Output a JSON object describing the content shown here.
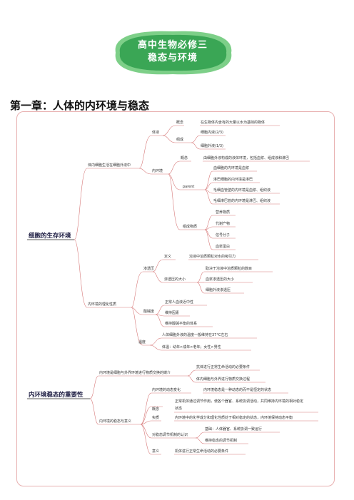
{
  "badge": {
    "line1": "高中生物必修三",
    "line2": "稳态与环境"
  },
  "heading": "第一章：人体的内环境与稳态",
  "section1": {
    "title": "细胞的生存环境",
    "b1": {
      "label": "体内细胞生活在细胞外液中",
      "body_fluid": {
        "label": "体液",
        "concept": "概念",
        "concept_text": "在生物体内含有的大量以水为基础的物体",
        "composition": "组成",
        "comp_items": [
          "细胞内液(2/3)",
          "细胞外液(1/3)"
        ]
      },
      "internal_env": {
        "label": "内环境",
        "concept": "概念",
        "concept_text": "由细胞外液构成的液体环境，包括血浆、组成液和淋巴",
        "parent": "parent",
        "parent_items": [
          "血细胞的内环境是血浆",
          "淋巴细胞的内环境是淋巴",
          "毛细血管壁的内环境是血浆、组织液",
          "毛细淋巴管的内环境是淋巴、组织液"
        ],
        "substances": "组成物质",
        "sub_items": [
          "营养物质",
          "代谢产物",
          "信号分子",
          "血浆蛋白"
        ]
      }
    },
    "b2": {
      "label": "内环境的理化性质",
      "osmotic": {
        "label": "渗透压",
        "def": "定义",
        "def_text": "溶液中溶质颗粒对水的吸引力",
        "size": "渗透压的大小",
        "size_items": [
          "取决于溶液中溶质颗粒的数目",
          "血浆渗透压的大小",
          "细胞外液渗透压"
        ]
      },
      "ph": {
        "label": "酸碱度",
        "items": [
          "正常人血液近中性",
          "维持因素",
          "维持酸碱平衡的体系"
        ]
      },
      "temp": {
        "label": "温度",
        "items": [
          "人体细胞外液的温度一般维持在37°C左右",
          "体温：幼年>成年>老年；女性>男性"
        ]
      }
    }
  },
  "section2": {
    "title": "内环境稳态的重要性",
    "b1": {
      "label": "内环境是细胞与外界环境进行物质交换的媒介",
      "items": [
        "抗体进行正常生命活动的必要条件",
        "体内细胞与外界进行物质交换过程"
      ]
    },
    "b2": {
      "label": "内环境的稳态与意义",
      "dynamic": "内环境的动态变化",
      "dynamic_text": "内环境稳态是一种动态的而不是恒定的状态",
      "concept": "概念",
      "concept_text_1": "正常机体通过调节作用，使各个器官、系统协调活动，共同维持内环境的相对稳定",
      "concept_text_2": "状态",
      "essence": "实质",
      "essence_text": "内环境中的化学成分和理化性质处于相对稳定的状态，内环境保持动态平衡",
      "mechanism": "对稳态调节机制的认识",
      "mech_items": [
        "基础：人体器官、系统协调一致运行",
        "维持稳态的调节机制"
      ],
      "meaning": "意义",
      "meaning_text": "机体进行正常生命活动的必要条件"
    }
  },
  "colors": {
    "badge": "#3aa655",
    "badge_ring": "#7dcf88",
    "frame": "#e8b0b0",
    "line": "#d77a7a",
    "root_line": "#222"
  }
}
